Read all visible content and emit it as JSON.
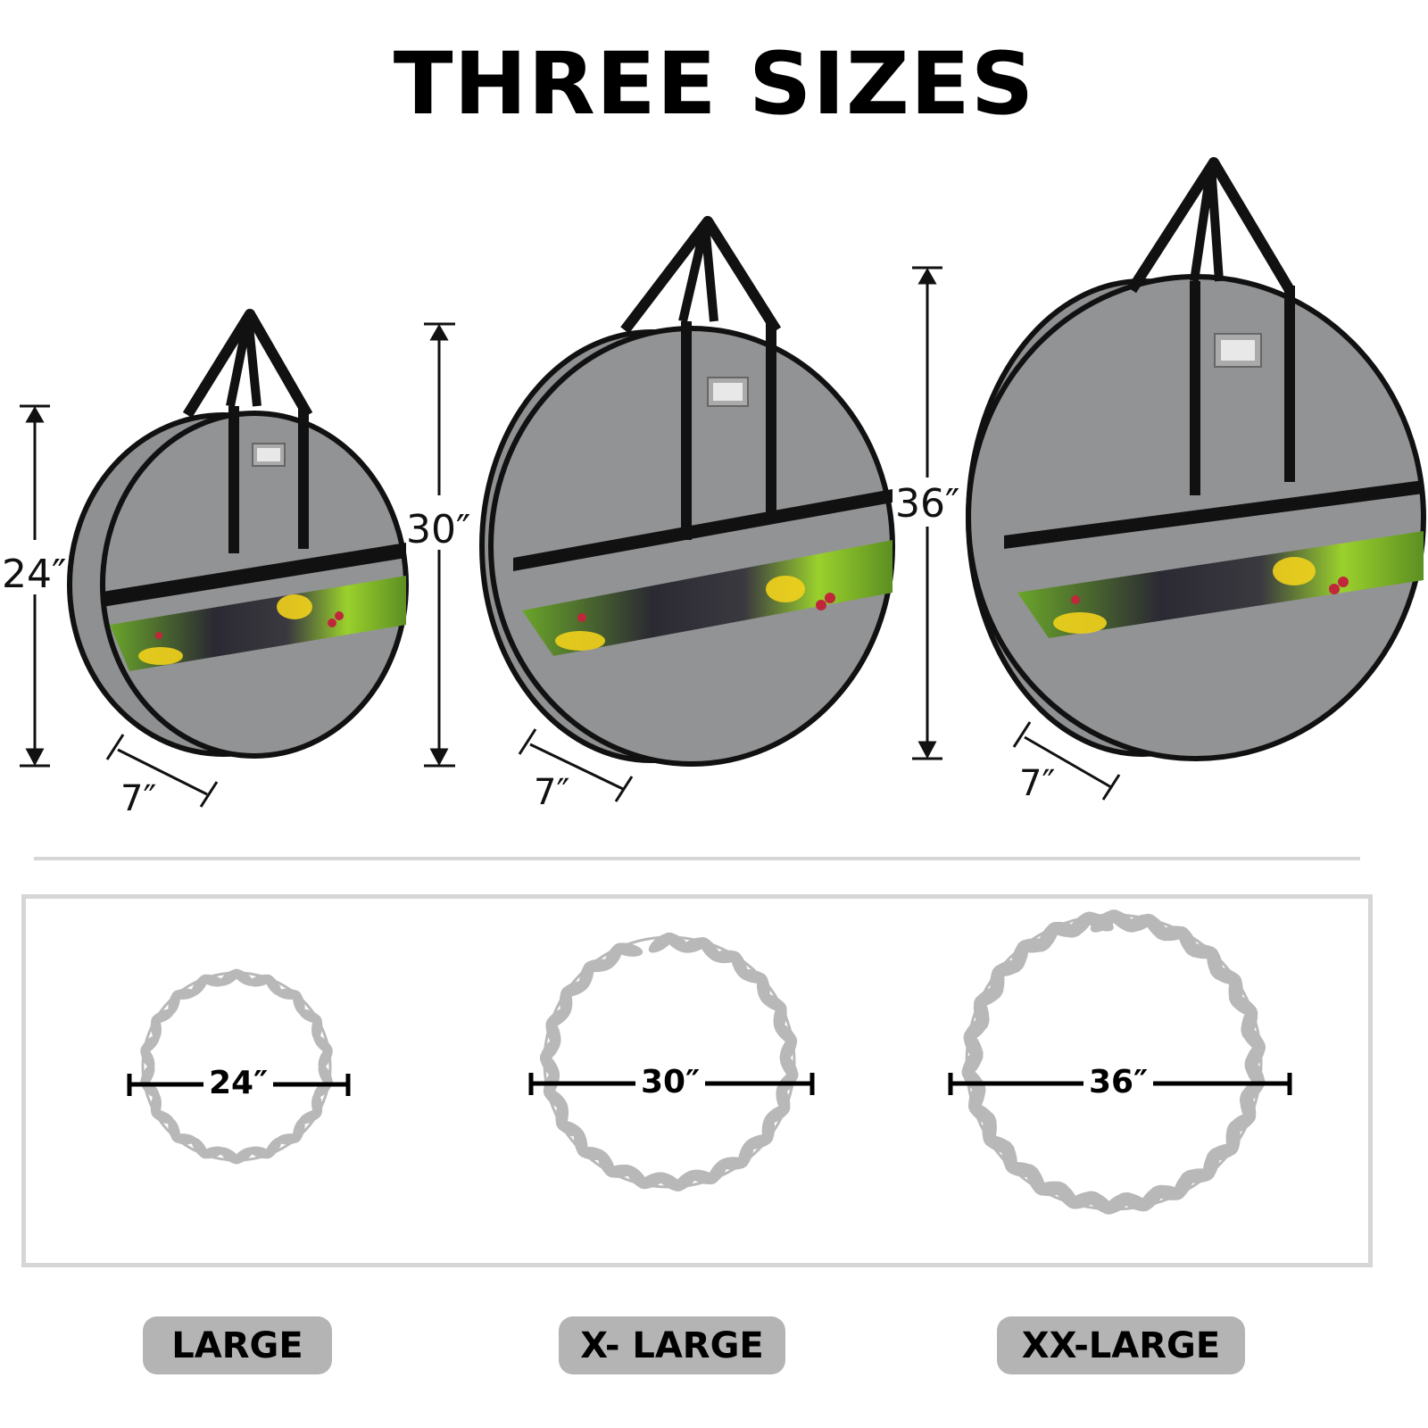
{
  "title": "THREE SIZES",
  "bags": [
    {
      "size": "LARGE",
      "height_label": "24″",
      "depth_label": "7″"
    },
    {
      "size": "X- LARGE",
      "height_label": "30″",
      "depth_label": "7″"
    },
    {
      "size": "XX-LARGE",
      "height_label": "36″",
      "depth_label": "7″"
    }
  ],
  "wreaths": [
    {
      "diameter_label": "24″"
    },
    {
      "diameter_label": "30″"
    },
    {
      "diameter_label": "36″"
    }
  ],
  "size_labels": [
    "LARGE",
    "X- LARGE",
    "XX-LARGE"
  ],
  "colors": {
    "bag_gray": "#8f9092",
    "strap_black": "#111111",
    "wreath_gray": "#b8b8b8",
    "pill_gray": "#b4b4b4",
    "panel_border": "#d6d6d6"
  }
}
